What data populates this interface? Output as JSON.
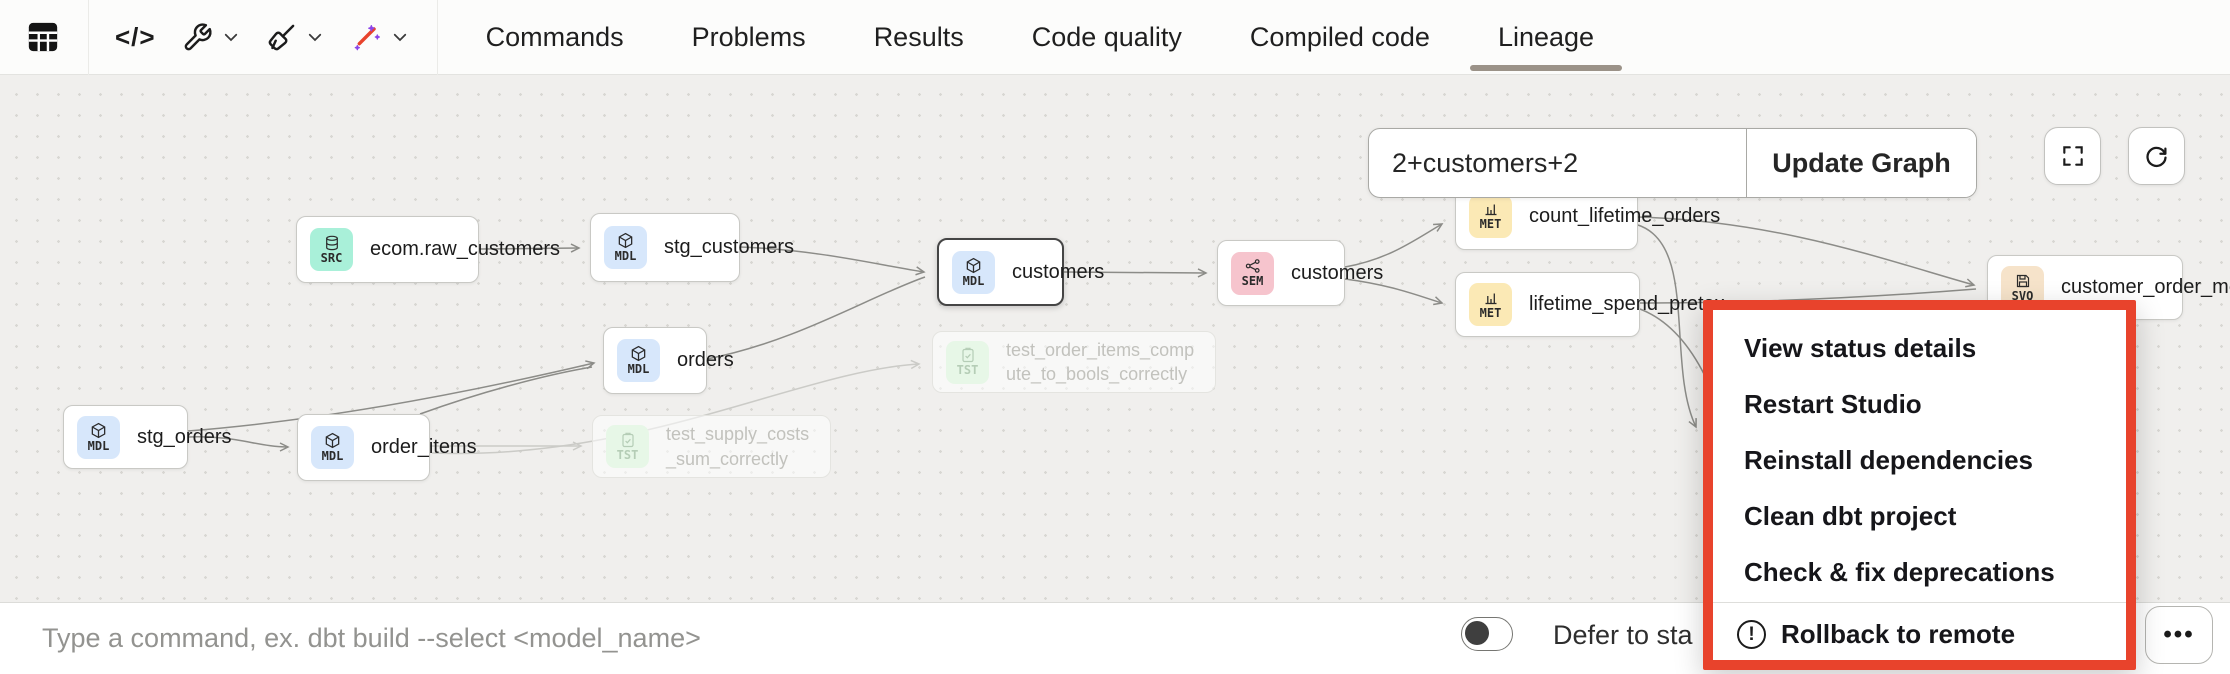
{
  "toolbar": {
    "icons": [
      {
        "name": "table-icon"
      },
      {
        "name": "code-icon",
        "glyph": "</>"
      },
      {
        "name": "wrench-icon",
        "has_dropdown": true
      },
      {
        "name": "broom-icon",
        "has_dropdown": true
      },
      {
        "name": "magic-wand-icon",
        "has_dropdown": true
      }
    ],
    "tabs": [
      "Commands",
      "Problems",
      "Results",
      "Code quality",
      "Compiled code",
      "Lineage"
    ],
    "active_tab": "Lineage"
  },
  "graph": {
    "selector_value": "2+customers+2",
    "update_button_label": "Update Graph",
    "controls": [
      {
        "name": "fullscreen-icon"
      },
      {
        "name": "refresh-icon"
      }
    ],
    "nodes": [
      {
        "label": "stg_orders",
        "badge": "MDL",
        "type": "model"
      },
      {
        "label": "order_items",
        "badge": "MDL",
        "type": "model"
      },
      {
        "label": "ecom.raw_customers",
        "badge": "SRC",
        "type": "source"
      },
      {
        "label": "stg_customers",
        "badge": "MDL",
        "type": "model"
      },
      {
        "label": "orders",
        "badge": "MDL",
        "type": "model"
      },
      {
        "label": "customers",
        "badge": "MDL",
        "type": "model",
        "selected": true
      },
      {
        "label": "customers",
        "badge": "SEM",
        "type": "semantic-model"
      },
      {
        "label": "count_lifetime_orders",
        "badge": "MET",
        "type": "metric"
      },
      {
        "label": "lifetime_spend_pretax",
        "badge": "MET",
        "type": "metric"
      },
      {
        "label": "customer_order_metrics",
        "badge": "SVQ",
        "type": "saved-query"
      },
      {
        "label": "test_order_items_compute_to_bools_correctly",
        "badge": "TST",
        "type": "test",
        "faded": true
      },
      {
        "label": "test_supply_costs_sum_correctly",
        "badge": "TST",
        "type": "test",
        "faded": true
      }
    ]
  },
  "context_menu": {
    "highlight_color": "#E8432C",
    "items": [
      "View status details",
      "Restart Studio",
      "Reinstall dependencies",
      "Clean dbt project",
      "Check & fix deprecations"
    ],
    "danger_item": {
      "label": "Rollback to remote",
      "icon": "alert-circle-icon",
      "icon_glyph": "!"
    }
  },
  "bottom_bar": {
    "command_placeholder": "Type a command, ex. dbt build --select <model_name>",
    "defer_toggle_label": "Defer to sta",
    "toggle_state": "off",
    "more_icon": "•••"
  },
  "colors": {
    "canvas_bg": "#F0EFED",
    "highlight_red": "#E8432C",
    "badge_model": "#D7E7FB",
    "badge_source": "#A9F0D9",
    "badge_semantic": "#F6C4CD",
    "badge_metric": "#FBE9B5",
    "badge_saved_query": "#F6E3CA",
    "badge_test": "#E7F7E7",
    "active_tab_underline": "#9B9288"
  }
}
